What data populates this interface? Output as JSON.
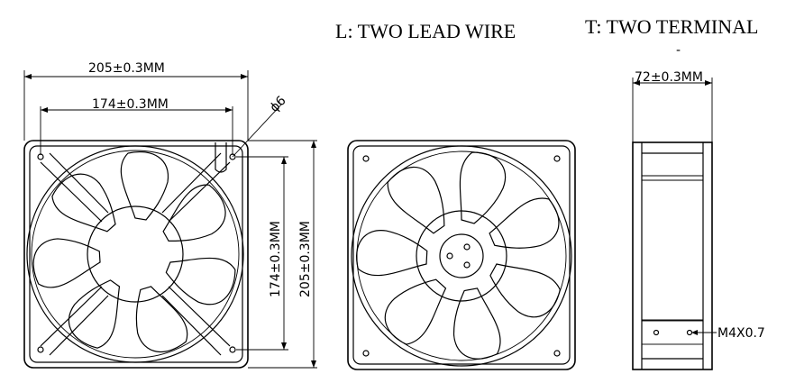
{
  "titles": {
    "lead_wire": "L: TWO LEAD WIRE",
    "terminal": "T: TWO TERMINAL",
    "terminal_mark": "-"
  },
  "dimensions": {
    "overall_width": "205±0.3MM",
    "hole_spacing_width": "174±0.3MM",
    "hole_diameter": "ϕ6",
    "hole_spacing_height": "174±0.3MM",
    "overall_height": "205±0.3MM",
    "depth": "72±0.3MM",
    "terminal_screw": "M4X0.7"
  }
}
